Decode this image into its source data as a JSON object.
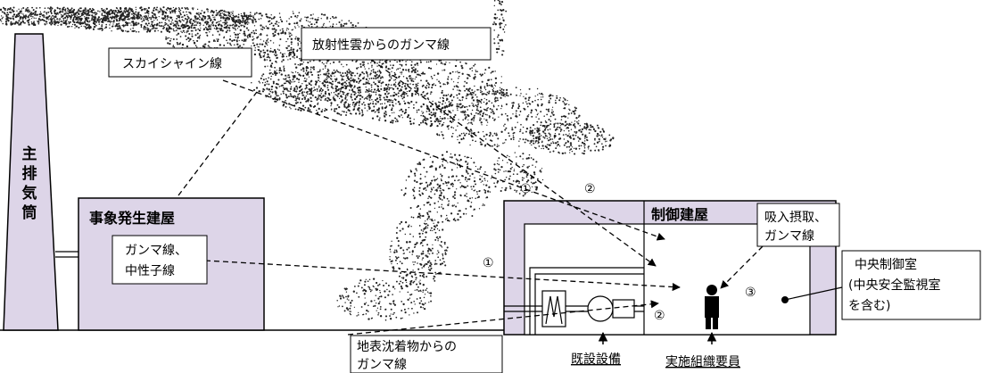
{
  "stack": {
    "label_chars": [
      "主",
      "排",
      "気",
      "筒"
    ]
  },
  "event_building": {
    "title": "事象発生建屋"
  },
  "control_building": {
    "title": "制御建屋"
  },
  "labels": {
    "skyshine": "スカイシャイン線",
    "cloud_gamma": "放射性雲からのガンマ線",
    "gamma_neutron_line1": "ガンマ線、",
    "gamma_neutron_line2": "中性子線",
    "inhalation_line1": "吸入摂取、",
    "inhalation_line2": "ガンマ線",
    "control_room_line1": "中央制御室",
    "control_room_line2": "(中央安全監視室",
    "control_room_line3": "を含む)",
    "ground_line1": "地表沈着物からの",
    "ground_line2": "ガンマ線",
    "existing_equipment": "既設設備",
    "personnel": "実施組織要員"
  },
  "markers": {
    "m1_upper": "①",
    "m2_upper": "②",
    "m1_mid": "①",
    "m2_lower": "②",
    "m3": "③"
  },
  "colors": {
    "building_fill": "#ddd5e8",
    "line": "#000000",
    "person": "#000000"
  }
}
